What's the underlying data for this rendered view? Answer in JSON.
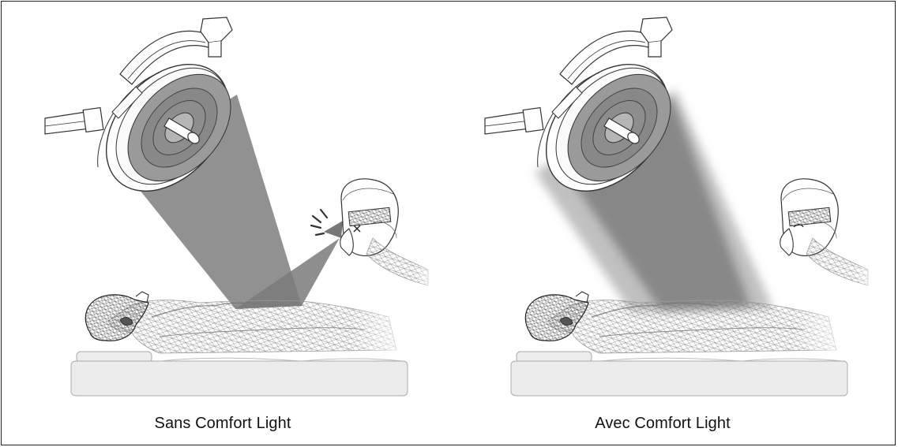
{
  "panels": [
    {
      "id": "without",
      "caption": "Sans Comfort Light",
      "comfort_light": false
    },
    {
      "id": "with",
      "caption": "Avec Comfort Light",
      "comfort_light": true
    }
  ],
  "colors": {
    "beam": "#7a7a7a",
    "beam_soft": "#8a8a8a",
    "line": "#333333",
    "mesh": "#6b6b6b",
    "table": "#ececec"
  }
}
